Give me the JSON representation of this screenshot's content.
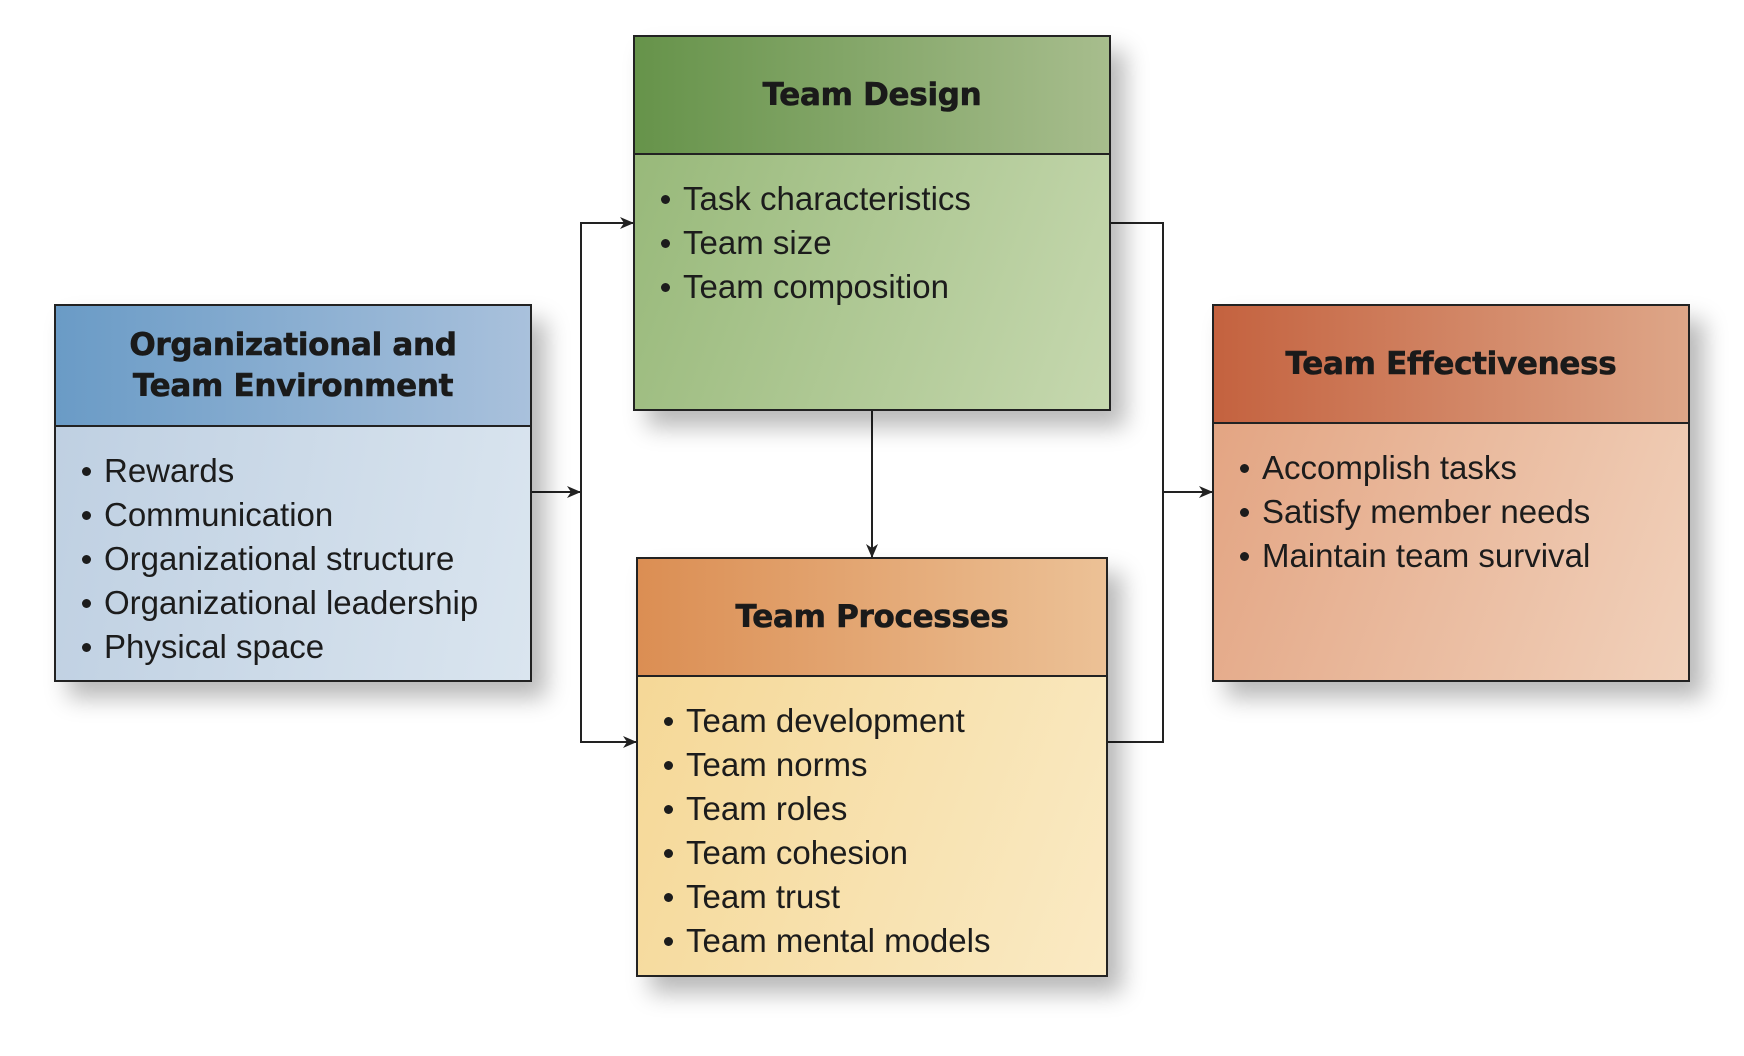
{
  "diagram": {
    "boxes": {
      "environment": {
        "title_line1": "Organizational and",
        "title_line2": "Team Environment",
        "items": [
          "Rewards",
          "Communication",
          "Organizational structure",
          "Organizational leadership",
          "Physical space"
        ],
        "header_color": "#6a9bc6",
        "body_color": "#d3dfeb"
      },
      "design": {
        "title": "Team Design",
        "items": [
          "Task characteristics",
          "Team size",
          "Team composition"
        ],
        "header_color": "#66934a",
        "body_color": "#b5cc9a"
      },
      "processes": {
        "title": "Team Processes",
        "items": [
          "Team development",
          "Team norms",
          "Team roles",
          "Team cohesion",
          "Team trust",
          "Team mental models"
        ],
        "header_color": "#db8e53",
        "body_color": "#f7e1ad"
      },
      "effectiveness": {
        "title": "Team Effectiveness",
        "items": [
          "Accomplish tasks",
          "Satisfy member needs",
          "Maintain team survival"
        ],
        "header_color": "#c4623f",
        "body_color": "#ebbd9f"
      }
    },
    "connections": [
      {
        "from": "Organizational and Team Environment",
        "to": "Team Design"
      },
      {
        "from": "Organizational and Team Environment",
        "to": "Team Processes"
      },
      {
        "from": "Team Design",
        "to": "Team Processes"
      },
      {
        "from": "Team Design",
        "to": "Team Effectiveness"
      },
      {
        "from": "Team Processes",
        "to": "Team Effectiveness"
      }
    ],
    "line_color": "#222222"
  }
}
